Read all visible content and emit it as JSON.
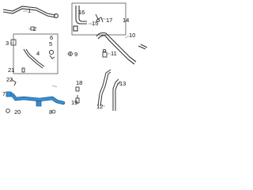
{
  "callouts": {
    "c1": "1",
    "c2": "2",
    "c3": "3",
    "c4": "4",
    "c5": "5",
    "c6": "6",
    "c7": "7",
    "c8": "8",
    "c9": "9",
    "c10": "10",
    "c11": "11",
    "c12": "12",
    "c13": "13",
    "c14": "14",
    "c15": "15",
    "c16": "16",
    "c17": "17",
    "c18": "18",
    "c19": "19",
    "c20": "20",
    "c21": "21",
    "c22": "22"
  },
  "colors": {
    "line": "#333333",
    "frame": "#555555",
    "highlight": "#3a8fd0",
    "highlight_dark": "#1d5f95"
  }
}
